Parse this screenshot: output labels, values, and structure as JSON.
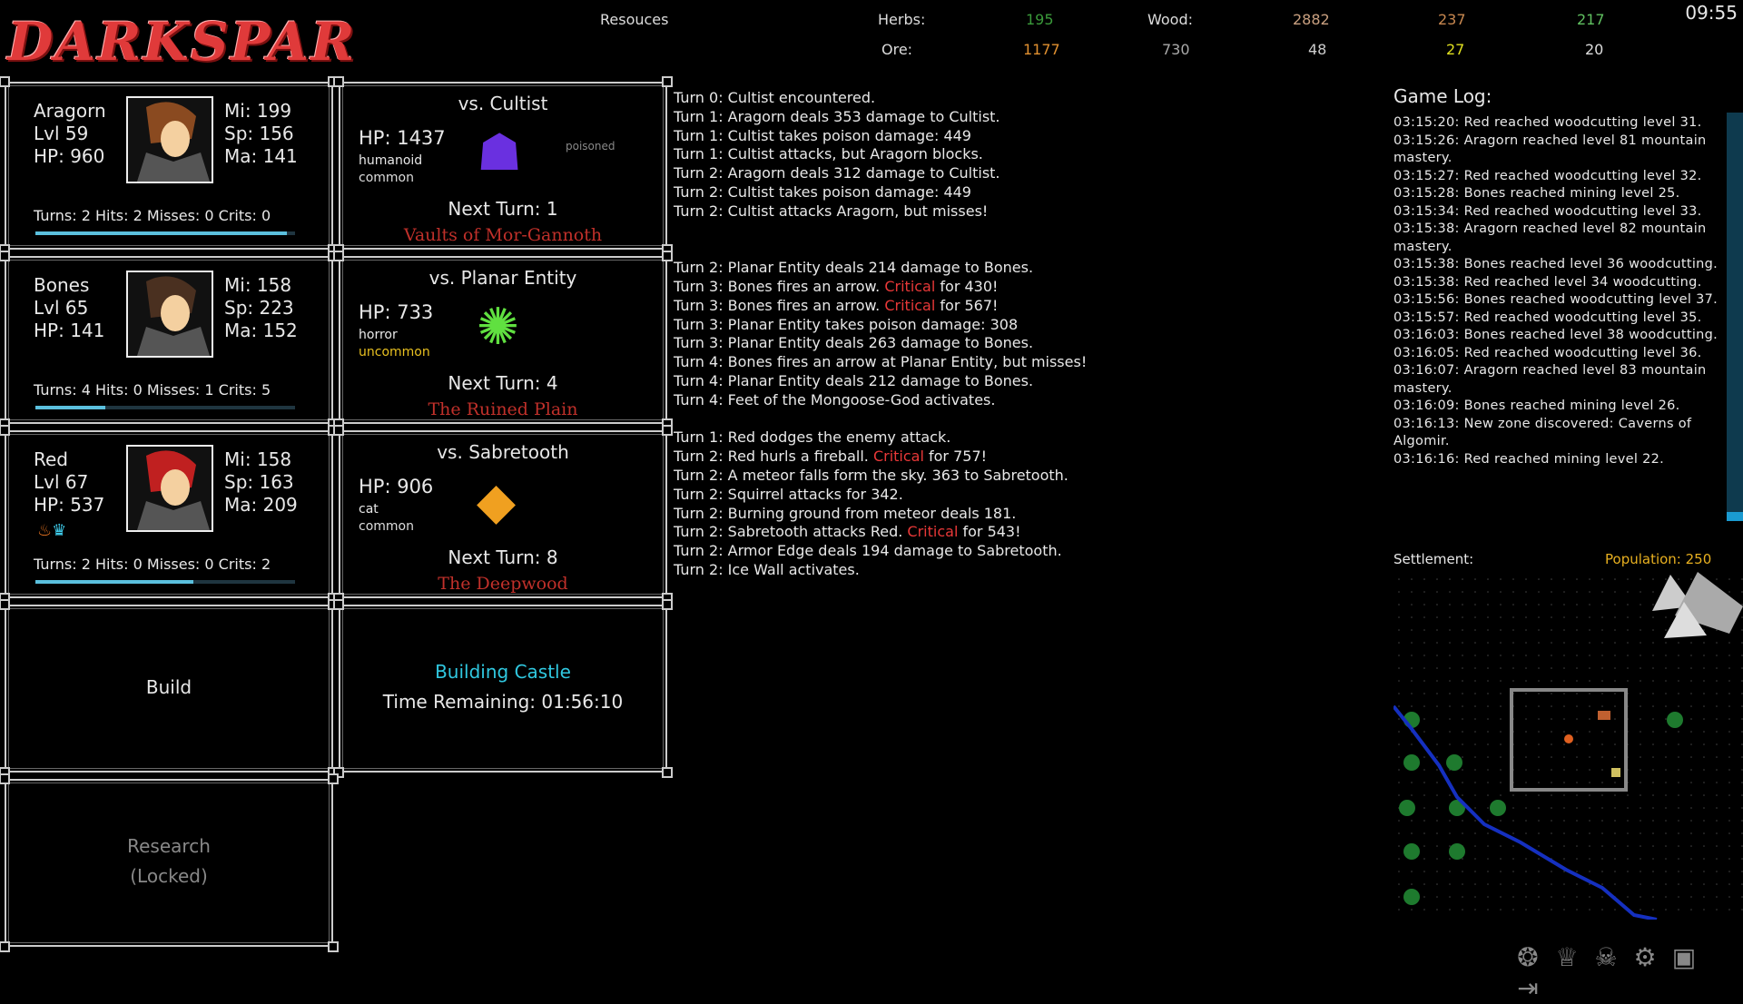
{
  "logo": "DARKSPAR",
  "clock": "09:55",
  "resources": {
    "title": "Resouces",
    "herbs_label": "Herbs:",
    "herbs": "195",
    "wood_label": "Wood:",
    "wood": "2882",
    "r1c4": "237",
    "r1c5": "217",
    "ore_label": "Ore:",
    "ore": "1177",
    "r2c2": "730",
    "r2c3": "48",
    "r2c4": "27",
    "r2c5": "20"
  },
  "heroes": [
    {
      "name": "Aragorn",
      "lvl": "Lvl 59",
      "hp": "HP: 960",
      "mi": "Mi: 199",
      "sp": "Sp: 156",
      "ma": "Ma: 141",
      "tally": "Turns: 2  Hits: 2  Misses: 0  Crits: 0",
      "progress": 0.97
    },
    {
      "name": "Bones",
      "lvl": "Lvl 65",
      "hp": "HP: 141",
      "mi": "Mi: 158",
      "sp": "Sp: 223",
      "ma": "Ma: 152",
      "tally": "Turns: 4  Hits: 0  Misses: 1  Crits: 5",
      "progress": 0.27
    },
    {
      "name": "Red",
      "lvl": "Lvl 67",
      "hp": "HP: 537",
      "mi": "Mi: 158",
      "sp": "Sp: 163",
      "ma": "Ma: 209",
      "tally": "Turns: 2  Hits: 0  Misses: 0  Crits: 2",
      "progress": 0.61
    }
  ],
  "enemies": [
    {
      "title": "vs. Cultist",
      "hp": "HP: 1437",
      "type": "humanoid",
      "rarity": "common",
      "status": "poisoned",
      "next": "Next Turn: 1",
      "zone": "Vaults of Mor-Gannoth",
      "rarity_color": "#dddddd"
    },
    {
      "title": "vs. Planar Entity",
      "hp": "HP: 733",
      "type": "horror",
      "rarity": "uncommon",
      "status": "",
      "next": "Next Turn: 4",
      "zone": "The Ruined Plain",
      "rarity_color": "#e8c020"
    },
    {
      "title": "vs. Sabretooth",
      "hp": "HP: 906",
      "type": "cat",
      "rarity": "common",
      "status": "",
      "next": "Next Turn: 8",
      "zone": "The Deepwood",
      "rarity_color": "#dddddd"
    }
  ],
  "build": {
    "label": "Build"
  },
  "building": {
    "title": "Building Castle",
    "time": "Time Remaining: 01:56:10"
  },
  "research": {
    "label": "Research",
    "locked": "(Locked)"
  },
  "battle_log": [
    [
      "Turn 0: Cultist encountered."
    ],
    [
      "Turn 1: Aragorn deals 353 damage to Cultist."
    ],
    [
      "Turn 1: Cultist takes poison damage: 449"
    ],
    [
      "Turn 1: Cultist attacks, but Aragorn blocks."
    ],
    [
      "Turn 2: Aragorn deals 312 damage to Cultist."
    ],
    [
      "Turn 2: Cultist takes poison damage: 449"
    ],
    [
      "Turn 2: Cultist attacks Aragorn, but misses!"
    ],
    [
      ""
    ],
    [
      ""
    ],
    [
      "Turn 2: Planar Entity deals 214 damage to Bones."
    ],
    [
      "Turn 3: Bones fires an arrow. ",
      "Critical",
      " for 430!"
    ],
    [
      "Turn 3: Bones fires an arrow. ",
      "Critical",
      " for 567!"
    ],
    [
      "Turn 3: Planar Entity takes poison damage: 308"
    ],
    [
      "Turn 3: Planar Entity deals 263 damage to Bones."
    ],
    [
      "Turn 4: Bones fires an arrow at Planar Entity, but misses!"
    ],
    [
      "Turn 4: Planar Entity deals 212 damage to Bones."
    ],
    [
      "Turn 4: Feet of the Mongoose-God activates."
    ],
    [
      ""
    ],
    [
      "Turn 1: Red dodges the enemy attack."
    ],
    [
      "Turn 2: Red hurls a fireball. ",
      "Critical",
      " for 757!"
    ],
    [
      "Turn 2: A meteor falls form the sky. 363 to Sabretooth."
    ],
    [
      "Turn 2: Squirrel attacks for 342."
    ],
    [
      "Turn 2: Burning ground from meteor deals 181."
    ],
    [
      "Turn 2: Sabretooth attacks Red. ",
      "Critical",
      " for 543!"
    ],
    [
      "Turn 2: Armor Edge deals 194 damage to Sabretooth."
    ],
    [
      "Turn 2: Ice Wall activates."
    ]
  ],
  "game_log": {
    "title": "Game Log:",
    "entries": [
      "03:15:20: Red reached woodcutting level 31.",
      "03:15:26: Aragorn reached level 81 mountain mastery.",
      "03:15:27: Red reached woodcutting level 32.",
      "03:15:28: Bones reached mining level 25.",
      "03:15:34: Red reached woodcutting level 33.",
      "03:15:38: Aragorn reached level 82 mountain mastery.",
      "03:15:38: Bones reached level 36 woodcutting.",
      "03:15:38: Red reached level 34 woodcutting.",
      "03:15:56: Bones reached woodcutting level 37.",
      "03:15:57: Red reached woodcutting level 35.",
      "03:16:03: Bones reached level 38 woodcutting.",
      "03:16:05: Red reached woodcutting level 36.",
      "03:16:07: Aragorn reached level 83 mountain mastery.",
      "03:16:09: Bones reached mining level 26.",
      "03:16:13: New zone discovered: Caverns of Algomir.",
      "03:16:16: Red reached mining level 22."
    ]
  },
  "settlement": {
    "label": "Settlement:",
    "population": "Population: 250"
  },
  "toolbar": [
    "skills-icon",
    "trophy-icon",
    "monster-icon",
    "gear-icon",
    "save-icon",
    "exit-icon"
  ]
}
